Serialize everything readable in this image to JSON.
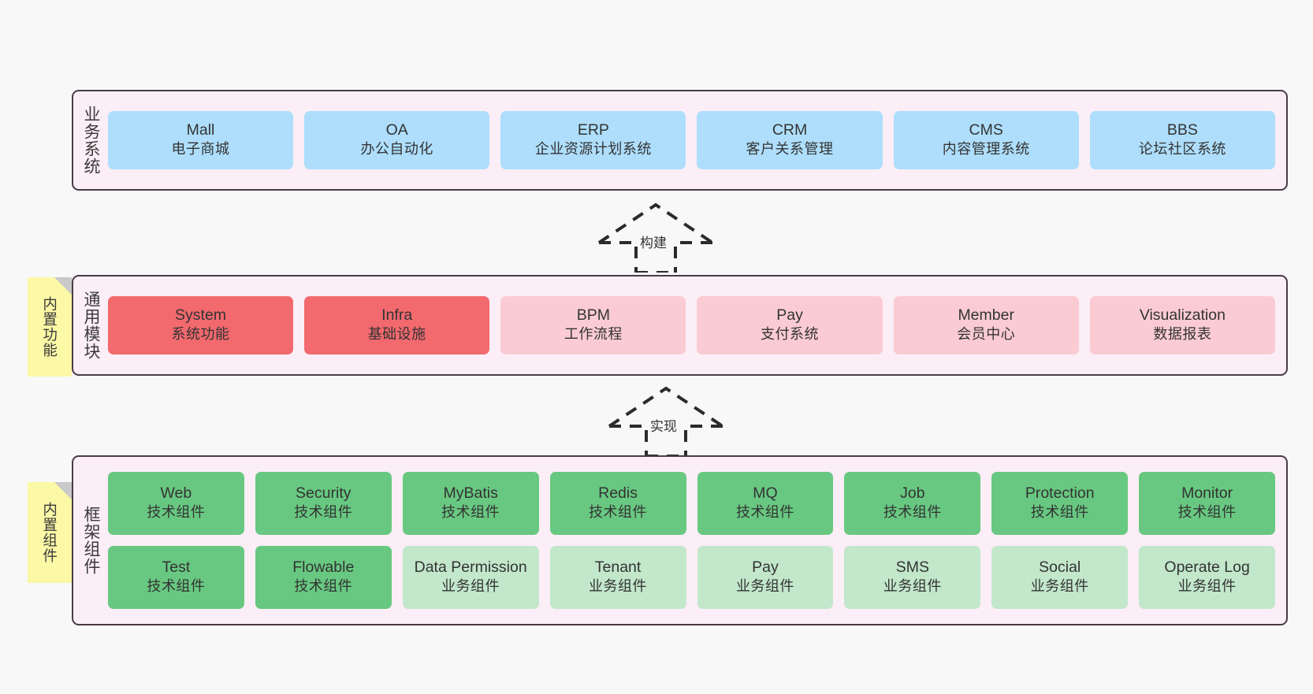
{
  "diagram": {
    "background_color": "#f8f8f8",
    "colors": {
      "layer_fill": "#fbeef6",
      "layer_border": "#4a3b46",
      "blue": "#aedefc",
      "red": "#f2696e",
      "pink": "#facbd2",
      "green": "#68c881",
      "light_green": "#c2e7cb",
      "note_yellow": "#fbf8a6",
      "note_fold": "#c9c9c9",
      "text": "#333333"
    }
  },
  "layers": [
    {
      "id": "business",
      "title": "业务系统",
      "rows": [
        {
          "boxes": [
            {
              "name": "Mall",
              "sub": "电子商城",
              "style": "blue"
            },
            {
              "name": "OA",
              "sub": "办公自动化",
              "style": "blue"
            },
            {
              "name": "ERP",
              "sub": "企业资源计划系统",
              "style": "blue"
            },
            {
              "name": "CRM",
              "sub": "客户关系管理",
              "style": "blue"
            },
            {
              "name": "CMS",
              "sub": "内容管理系统",
              "style": "blue"
            },
            {
              "name": "BBS",
              "sub": "论坛社区系统",
              "style": "blue"
            }
          ]
        }
      ]
    },
    {
      "id": "common",
      "title": "通用模块",
      "rows": [
        {
          "boxes": [
            {
              "name": "System",
              "sub": "系统功能",
              "style": "red"
            },
            {
              "name": "Infra",
              "sub": "基础设施",
              "style": "red"
            },
            {
              "name": "BPM",
              "sub": "工作流程",
              "style": "pink"
            },
            {
              "name": "Pay",
              "sub": "支付系统",
              "style": "pink"
            },
            {
              "name": "Member",
              "sub": "会员中心",
              "style": "pink"
            },
            {
              "name": "Visualization",
              "sub": "数据报表",
              "style": "pink"
            }
          ]
        }
      ]
    },
    {
      "id": "framework",
      "title": "框架组件",
      "rows": [
        {
          "boxes": [
            {
              "name": "Web",
              "sub": "技术组件",
              "style": "green"
            },
            {
              "name": "Security",
              "sub": "技术组件",
              "style": "green"
            },
            {
              "name": "MyBatis",
              "sub": "技术组件",
              "style": "green"
            },
            {
              "name": "Redis",
              "sub": "技术组件",
              "style": "green"
            },
            {
              "name": "MQ",
              "sub": "技术组件",
              "style": "green"
            },
            {
              "name": "Job",
              "sub": "技术组件",
              "style": "green"
            },
            {
              "name": "Protection",
              "sub": "技术组件",
              "style": "green"
            },
            {
              "name": "Monitor",
              "sub": "技术组件",
              "style": "green"
            }
          ]
        },
        {
          "boxes": [
            {
              "name": "Test",
              "sub": "技术组件",
              "style": "green"
            },
            {
              "name": "Flowable",
              "sub": "技术组件",
              "style": "green"
            },
            {
              "name": "Data Permission",
              "sub": "业务组件",
              "style": "lgreen"
            },
            {
              "name": "Tenant",
              "sub": "业务组件",
              "style": "lgreen"
            },
            {
              "name": "Pay",
              "sub": "业务组件",
              "style": "lgreen"
            },
            {
              "name": "SMS",
              "sub": "业务组件",
              "style": "lgreen"
            },
            {
              "name": "Social",
              "sub": "业务组件",
              "style": "lgreen"
            },
            {
              "name": "Operate Log",
              "sub": "业务组件",
              "style": "lgreen"
            }
          ]
        }
      ]
    }
  ],
  "notes": [
    {
      "id": "functions",
      "text": "内置功能"
    },
    {
      "id": "components",
      "text": "内置组件"
    }
  ],
  "arrows": [
    {
      "id": "build",
      "label": "构建",
      "style": "dashed-hollow-triangle-up"
    },
    {
      "id": "impl",
      "label": "实现",
      "style": "dashed-hollow-triangle-up"
    }
  ]
}
